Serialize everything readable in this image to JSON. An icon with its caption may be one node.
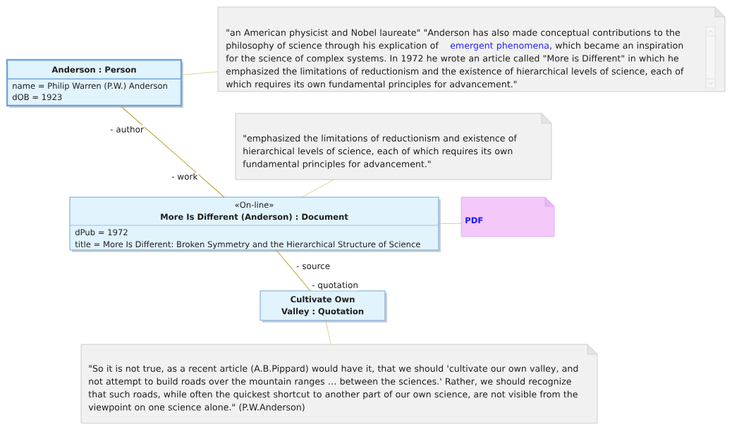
{
  "diagram": {
    "nodes": [
      {
        "text": [
          "Anderson : Person",
          "name = Philip Warren (P.W.) Anderson",
          "dOB = 1923"
        ]
      },
      {
        "text": [
          "\"an American physicist and Nobel laureate\" \"Anderson has also made conceptual contributions to the philosophy of science through his explication of",
          "emergent phenomena",
          ", which became an inspiration for the science of complex systems. In 1972 he wrote an article called \"More is Different\" in which he emphasized the limitations of reductionism and the existence of hierarchical levels of science, each of which requires its own fundamental principles for advancement.\""
        ]
      },
      {
        "text": [
          "\"emphasized the limitations of reductionism and existence of hierarchical levels of science, each of which requires its own fundamental principles for advancement.\""
        ]
      },
      {
        "text": [
          "«On-line»",
          "More Is Different (Anderson) : Document",
          "dPub = 1972",
          "title = More Is Different: Broken Symmetry and the Hierarchical Structure of Science"
        ]
      },
      {
        "text": [
          "PDF"
        ]
      },
      {
        "text": [
          "Cultivate Own Valley : Quotation"
        ]
      },
      {
        "text": [
          "\"So it is not true, as a recent article (A.B.Pippard) would have it, that we should 'cultivate our own valley, and not attempt to build roads over the mountain ranges … between the sciences.' Rather, we should recognize that such roads, while often the quickest shortcut to another part of our own science, are not visible from the viewpoint on one science alone.\" (P.W.Anderson)"
        ]
      }
    ],
    "edges": [
      {
        "from": 0,
        "to": 1,
        "arrow": "none",
        "style": "dashed"
      },
      {
        "from": 0,
        "to": 3,
        "arrow": "none"
      },
      {
        "from": 3,
        "to": 2,
        "arrow": "none",
        "style": "dashed"
      },
      {
        "from": 3,
        "to": 4,
        "arrow": "none",
        "style": "dashed"
      },
      {
        "from": 3,
        "to": 5,
        "arrow": "none"
      },
      {
        "from": 5,
        "to": 6,
        "arrow": "none",
        "style": "dashed"
      }
    ],
    "labels": [
      "- author",
      "- work",
      "- source",
      "- quotation"
    ]
  }
}
